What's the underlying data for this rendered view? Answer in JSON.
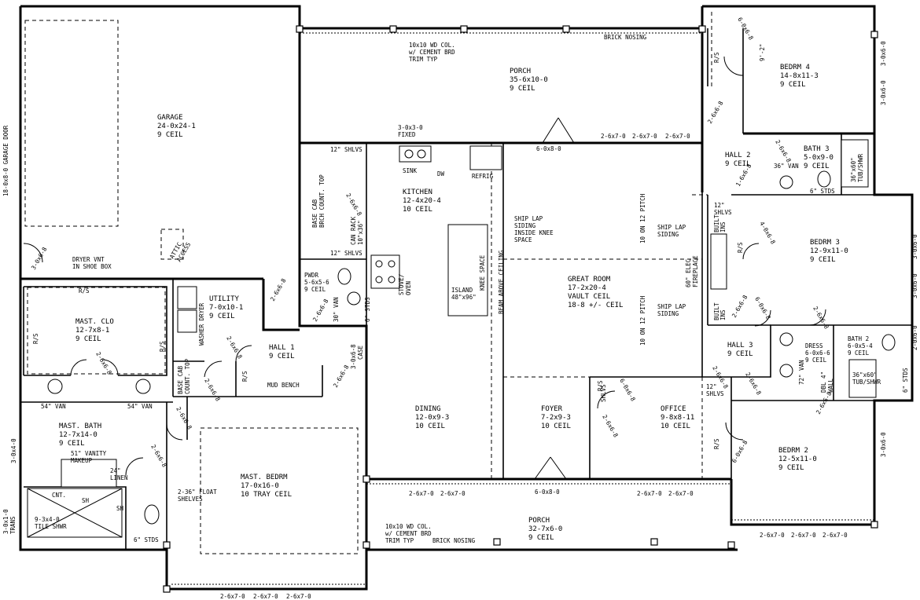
{
  "rooms": {
    "garage": [
      "GARAGE",
      "24-0x24-1",
      "9 CEIL"
    ],
    "porch_back": [
      "PORCH",
      "35-6x10-0",
      "9 CEIL"
    ],
    "bedrm4": [
      "BEDRM 4",
      "14-8x11-3",
      "9 CEIL"
    ],
    "kitchen": [
      "KITCHEN",
      "12-4x20-4",
      "10 CEIL"
    ],
    "hall2": [
      "HALL 2",
      "9 CEIL"
    ],
    "bath3": [
      "BATH 3",
      "5-0x9-0",
      "9 CEIL"
    ],
    "bedrm3": [
      "BEDRM 3",
      "12-9x11-0",
      "9 CEIL"
    ],
    "pwdr": [
      "PWDR",
      "5-6x5-6",
      "9 CEIL"
    ],
    "utility": [
      "UTILITY",
      "7-0x10-1",
      "9 CEIL"
    ],
    "mast_clo": [
      "MAST. CLO",
      "12-7x8-1",
      "9 CEIL"
    ],
    "hall1": [
      "HALL 1",
      "9 CEIL"
    ],
    "great_room": [
      "GREAT ROOM",
      "17-2x20-4",
      "VAULT CEIL",
      "18-8 +/- CEIL"
    ],
    "hall3": [
      "HALL 3",
      "9 CEIL"
    ],
    "dress": [
      "DRESS",
      "6-0x6-6",
      "9 CEIL"
    ],
    "bath2": [
      "BATH 2",
      "6-0x5-4",
      "9 CEIL"
    ],
    "dining": [
      "DINING",
      "12-0x9-3",
      "10 CEIL"
    ],
    "foyer": [
      "FOYER",
      "7-2x9-3",
      "10 CEIL"
    ],
    "office": [
      "OFFICE",
      "9-8x8-11",
      "10 CEIL"
    ],
    "mast_bath": [
      "MAST. BATH",
      "12-7x14-0",
      "9 CEIL"
    ],
    "mast_bedrm": [
      "MAST. BEDRM",
      "17-0x16-0",
      "10 TRAY CEIL"
    ],
    "bedrm2": [
      "BEDRM 2",
      "12-5x11-0",
      "9 CEIL"
    ],
    "porch_front": [
      "PORCH",
      "32-7x6-0",
      "9 CEIL"
    ]
  },
  "notes": {
    "garage_door": "18-0x8-0 GARAGE DOOR",
    "col_back": [
      "10x10 WD COL.",
      "w/ CEMENT BRD",
      "TRIM TYP"
    ],
    "col_front": [
      "10x10 WD COL.",
      "w/ CEMENT BRD",
      "TRIM TYP"
    ],
    "brick_back": "BRICK NOSING",
    "brick_front": "BRICK NOSING",
    "fixed_window": [
      "3-0x3-0",
      "FIXED"
    ],
    "sink": "SINK",
    "dw": "DW",
    "refrig": "REFRIG",
    "shlvs_top": "12\" SHLVS",
    "shlvs_mid": "12\" SHLVS",
    "shlvs_bedrm3": [
      "12\"",
      "SHLVS"
    ],
    "shlvs_bedrm2": [
      "12\"",
      "SHLVS"
    ],
    "base_cab_kitchen": [
      "BASE CAB",
      "BRCH COUNT. TOP"
    ],
    "can_rack": [
      "CAN RACK",
      "10\"x36\""
    ],
    "ship_lap_knee": [
      "SHIP LAP",
      "SIDING",
      "INSIDE KNEE",
      "SPACE"
    ],
    "knee_space": "KNEE SPACE",
    "beam": "BEAM ABOVE CEILING",
    "island": [
      "ISLAND",
      "48\"x96\""
    ],
    "stove": [
      "STOVE/",
      "OVEN"
    ],
    "pitch1": "10 ON 12 PITCH",
    "pitch2": "10 ON 12 PITCH",
    "ship_lap1": [
      "SHIP LAP",
      "SIDING"
    ],
    "ship_lap2": [
      "SHIP LAP",
      "SIDING"
    ],
    "built_ins1": [
      "BUILT",
      "INS"
    ],
    "built_ins2": [
      "BUILT",
      "INS"
    ],
    "fireplace": [
      "60\" ELEC",
      "FIREPLACE"
    ],
    "dryer_vent": [
      "DRYER VNT",
      "IN SHOE BOX"
    ],
    "attic": [
      "ATTIC",
      "ACCESS"
    ],
    "washer_dryer": "WASHER DRYER",
    "base_cab_util": [
      "BASE CAB",
      "COUNT. TOP"
    ],
    "mud_bench": "MUD BENCH",
    "case": [
      "3-0x6-8",
      "CASE"
    ],
    "van_30": "30\" VAN",
    "van_36": "36\" VAN",
    "van_72": "72\" VAN",
    "van_54a": "54\" VAN",
    "van_54b": "54\" VAN",
    "studs_pwdr": "6\" STDS",
    "studs_bath3": "6\" STDS",
    "studs_bath2": "6\" STDS",
    "studs_mast": "6\" STDS",
    "tub_bath3": [
      "36\"x60\"",
      "TUB/SHWR"
    ],
    "tub_bath2": [
      "36\"x60\"",
      "TUB/SHWR"
    ],
    "dbl_wall": [
      "DBL 4\"",
      "WALL"
    ],
    "vanity_makeup": [
      "51\" VANITY",
      "MAKEUP"
    ],
    "linen": [
      "24\"",
      "LINEN"
    ],
    "float_shelves": [
      "2-36\" FLOAT",
      "SHELVES"
    ],
    "tile_shwr": [
      "9-3x4-0",
      "TILE SHWR"
    ],
    "cnt": "CNT.",
    "sh1": "SH",
    "sh2": "SH",
    "trans": [
      "3-0x1-0",
      "TRANS"
    ],
    "shlvs_office": [
      "SHLVS"
    ],
    "rs_mastclo": "R/S",
    "rs_mastclo_l": "R/S",
    "rs_mastclo_r": "R/S",
    "rs_bedrm4": "R/S",
    "rs_bedrm3": "R/S",
    "rs_bedrm2": "R/S",
    "rs_hall": "R/S",
    "rs_office": "R/S",
    "b9": "9'-2\""
  },
  "dims": {
    "d_3068_a": "3-0x6-8",
    "d_2668_a": "2-6x6-8",
    "d_2668_b": "2-6x6-8",
    "d_2668_c": "2-6x6-8",
    "d_2668_d": "2-6x6-8",
    "d_2668_e": "2-6x6-8",
    "d_2668_f": "2-6x6-8",
    "d_2668_g": "2-6x6-8",
    "d_2668_h": "2-6x6-8",
    "d_2668_i": "2-6x6-8",
    "d_2668_j": "2-6x6-8",
    "d_2668_k": "2-6x6-8",
    "d_2668_l": "2-6x6-8",
    "d_2668_m": "2-6x6-8",
    "d_2668_n": "2-6x6-8",
    "d_2668_o": "2-6x6-8",
    "d_2668_p": "2-6x6-8",
    "d_2668_q": "2-6x6-8",
    "d_1668": "1-6x6-8",
    "d_6068_a": "6-0x6-8",
    "d_6068_b": "6-0x6-8",
    "d_6068_c": "6-0x6-8",
    "d_6068_d": "6-0x6-8",
    "d_4068": "4-0x6-8",
    "d_6080_back": "6-0x8-0",
    "d_6080_front": "6-0x8-0",
    "d_2670_back": [
      "2-6x7-0",
      "2-6x7-0",
      "2-6x7-0"
    ],
    "d_2670_front_l": [
      "2-6x7-0",
      "2-6x7-0"
    ],
    "d_2670_front_r": [
      "2-6x7-0",
      "2-6x7-0"
    ],
    "d_2670_bedrm2": [
      "2-6x7-0",
      "2-6x7-0",
      "2-6x7-0"
    ],
    "d_2670_mast": [
      "2-6x7-0",
      "2-6x7-0",
      "2-6x7-0"
    ],
    "d_3060_a": "3-0x6-0",
    "d_3060_b": "3-0x6-0",
    "d_3060_c": "3-0x6-0",
    "d_3060_d": "3-0x6-0",
    "d_3060_e": "3-0x6-0",
    "d_3040": "3-0x4-0",
    "d_2060": "2-0x6-0"
  }
}
